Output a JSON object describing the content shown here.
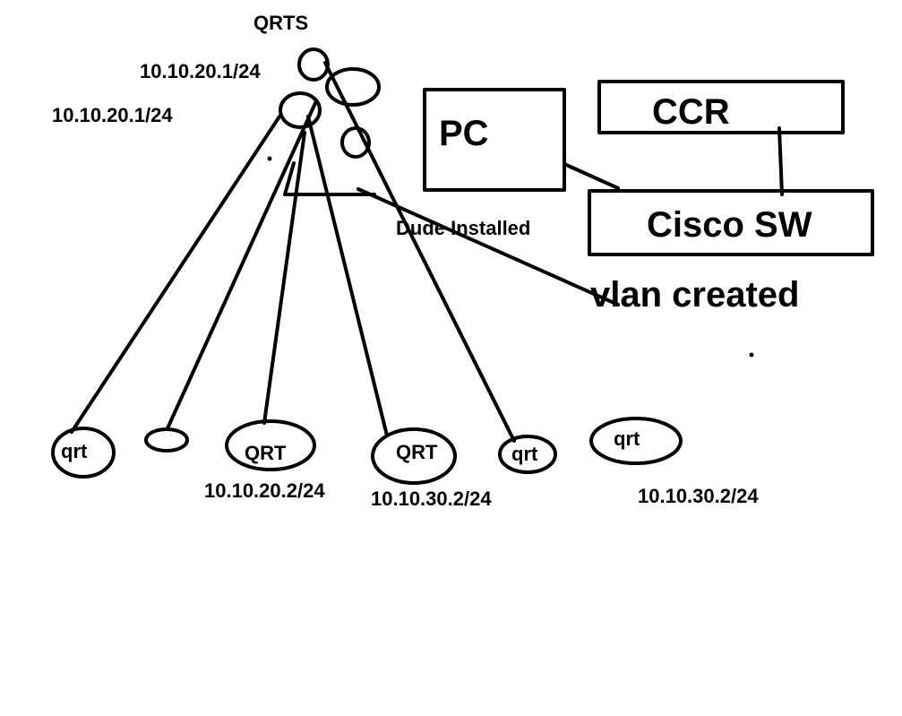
{
  "colors": {
    "ink": "#000000",
    "background": "#ffffff"
  },
  "top_device": {
    "label": "QRTS",
    "ip_upper": "10.10.20.1/24",
    "ip_lower": "10.10.20.1/24"
  },
  "pc_box": {
    "label": "PC"
  },
  "ccr_box": {
    "label": "CCR"
  },
  "switch_box": {
    "label": "Cisco SW"
  },
  "annotations": {
    "dude": "Dude Installed",
    "vlan": "vlan created"
  },
  "bottom_nodes": [
    {
      "label": "qrt"
    },
    {
      "label": ""
    },
    {
      "label": "QRT"
    },
    {
      "label": "QRT"
    },
    {
      "label": "qrt"
    },
    {
      "label": "qrt"
    }
  ],
  "bottom_ips": {
    "ip_a": "10.10.20.2/24",
    "ip_b": "10.10.30.2/24",
    "ip_c": "10.10.30.2/24"
  }
}
